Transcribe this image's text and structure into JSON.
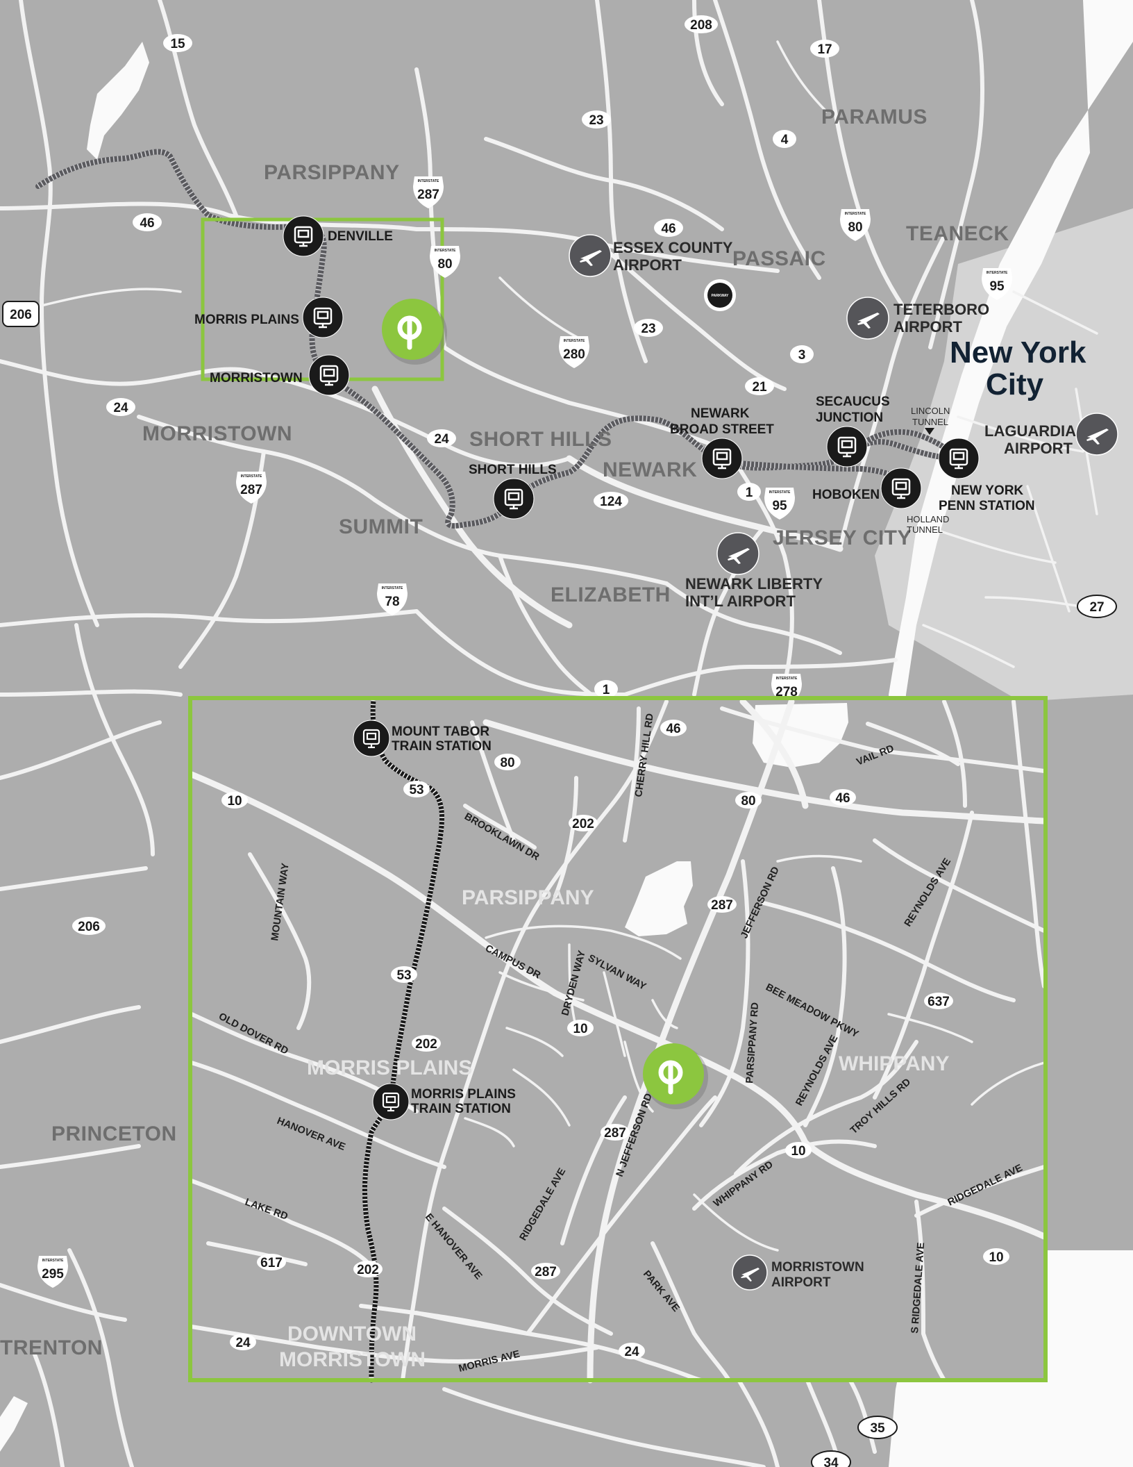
{
  "colors": {
    "land": "#adadad",
    "road": "#f2f2f2",
    "water": "#fafafa",
    "city_land": "#d4d4d4",
    "inset_frame": "#8cc63f",
    "brand_marker": "#8cc63f",
    "station_marker": "#1a1a1a",
    "airport_marker": "#555559"
  },
  "icons": {
    "station": "train-station-icon",
    "airport": "airplane-icon",
    "brand": "property-logo-icon",
    "parkway": "garden-state-parkway-shield-icon",
    "interstate": "interstate-shield-icon",
    "route": "route-shield-icon"
  },
  "main_map": {
    "places": [
      "PARSIPPANY",
      "PARAMUS",
      "TEANECK",
      "PASSAIC",
      "MORRISTOWN",
      "SHORT HILLS",
      "NEWARK",
      "SUMMIT",
      "JERSEY CITY",
      "ELIZABETH",
      "PRINCETON",
      "TRENTON"
    ],
    "city": [
      "New York",
      "City"
    ],
    "stations": {
      "denville": "DENVILLE",
      "morris_plains": "MORRIS PLAINS",
      "morristown": "MORRISTOWN",
      "short_hills": "SHORT HILLS",
      "newark_broad": [
        "NEWARK",
        "BROAD STREET"
      ],
      "secaucus": [
        "SECAUCUS",
        "JUNCTION"
      ],
      "hoboken": "HOBOKEN",
      "ny_penn": [
        "NEW YORK",
        "PENN STATION"
      ]
    },
    "airports": {
      "essex": [
        "ESSEX COUNTY",
        "AIRPORT"
      ],
      "teterboro": [
        "TETERBORO",
        "AIRPORT"
      ],
      "laguardia": [
        "LAGUARDIA",
        "AIRPORT"
      ],
      "newark": [
        "NEWARK LIBERTY",
        "INT’L AIRPORT"
      ]
    },
    "tunnels": {
      "lincoln": [
        "LINCOLN",
        "TUNNEL"
      ],
      "holland": [
        "HOLLAND",
        "TUNNEL"
      ]
    },
    "route_shields": [
      "15",
      "208",
      "17",
      "23",
      "4",
      "46",
      "46",
      "23",
      "3",
      "21",
      "24",
      "124",
      "1",
      "27",
      "206",
      "24",
      "1",
      "206",
      "24",
      "35",
      "34"
    ],
    "interstate_shields": [
      "287",
      "80",
      "80",
      "95",
      "280",
      "287",
      "95",
      "78",
      "278",
      "295"
    ],
    "interstate_caption": "INTERSTATE",
    "parkway_caption": "PARKWAY"
  },
  "inset_map": {
    "places": [
      "PARSIPPANY",
      "WHIPPANY",
      "MORRIS PLAINS",
      "DOWNTOWN",
      "MORRISTOWN"
    ],
    "stations": {
      "mount_tabor": [
        "MOUNT TABOR",
        "TRAIN STATION"
      ],
      "morris_plains": [
        "MORRIS PLAINS",
        "TRAIN STATION"
      ]
    },
    "airport": [
      "MORRISTOWN",
      "AIRPORT"
    ],
    "streets": [
      "CHERRY HILL RD",
      "VAIL RD",
      "BROOKLAWN DR",
      "MOUNTAIN WAY",
      "JEFFERSON RD",
      "REYNOLDS AVE",
      "CAMPUS DR",
      "DRYDEN WAY",
      "SYLVAN WAY",
      "BEE MEADOW PKWY",
      "PARSIPPANY RD",
      "REYNOLDS AVE",
      "OLD DOVER RD",
      "TROY HILLS RD",
      "N JEFFERSON RD",
      "HANOVER AVE",
      "WHIPPANY RD",
      "RIDGEDALE AVE",
      "LAKE RD",
      "E HANOVER AVE",
      "RIDGEDALE AVE",
      "S RIDGEDALE AVE",
      "PARK AVE",
      "MORRIS AVE"
    ],
    "route_shields": [
      "46",
      "80",
      "10",
      "53",
      "202",
      "80",
      "46",
      "287",
      "53",
      "637",
      "202",
      "10",
      "287",
      "10",
      "617",
      "202",
      "287",
      "24",
      "24",
      "10"
    ]
  }
}
